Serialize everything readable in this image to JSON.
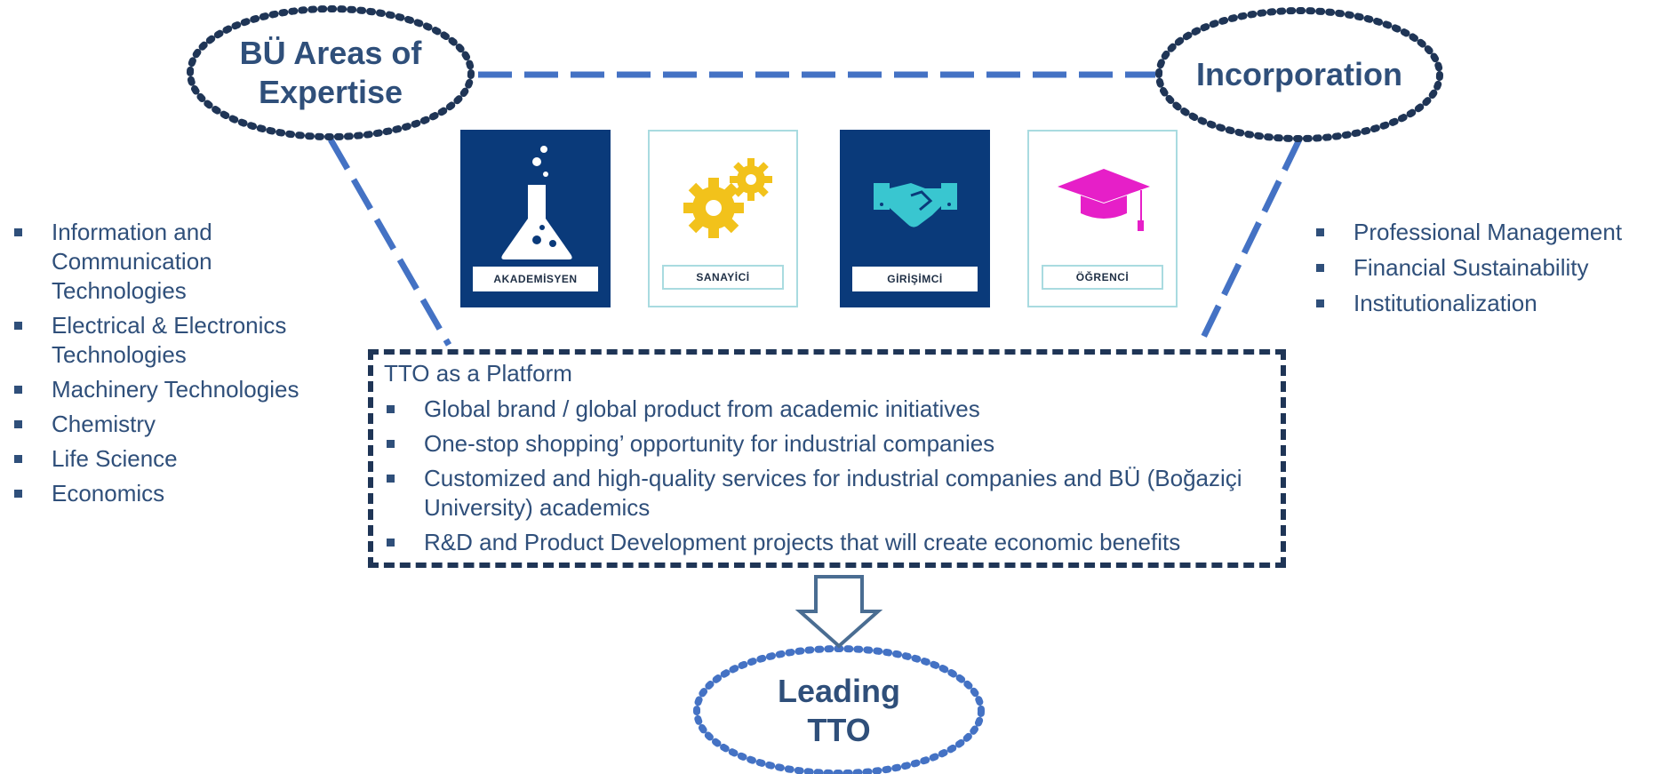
{
  "ovals": {
    "expertise": "BÜ Areas of Expertise",
    "incorporation": "Incorporation",
    "leading": "Leading TTO"
  },
  "tiles": [
    {
      "label": "AKADEMİSYEN",
      "icon": "flask-icon",
      "style": "dark"
    },
    {
      "label": "SANAYİCİ",
      "icon": "gears-icon",
      "style": "light"
    },
    {
      "label": "GİRİŞİMCİ",
      "icon": "handshake-icon",
      "style": "dark"
    },
    {
      "label": "ÖĞRENCİ",
      "icon": "graduation-cap-icon",
      "style": "light"
    }
  ],
  "expertise_areas": [
    "Information and Communication Technologies",
    "Electrical & Electronics Technologies",
    "Machinery Technologies",
    "Chemistry",
    "Life Science",
    "Economics"
  ],
  "incorporation_items": [
    "Professional Management",
    "Financial Sustainability",
    "Institutionalization"
  ],
  "platform": {
    "title": "TTO as a Platform",
    "items": [
      "Global brand / global product from academic initiatives",
      "One-stop shopping’ opportunity for industrial companies",
      "Customized and high-quality services for industrial companies and BÜ (Boğaziçi University) academics",
      "R&D and Product Development projects that will create economic benefits"
    ]
  },
  "colors": {
    "text": "#2f4f7a",
    "dashed_line": "#4472c4",
    "oval_border": "#1f3556",
    "tile_dark": "#0a3a7a",
    "tile_border": "#a9dbe0",
    "flask": "#ffffff",
    "gears": "#f2c21b",
    "handshake": "#39c6d0",
    "cap": "#e61fc8"
  }
}
